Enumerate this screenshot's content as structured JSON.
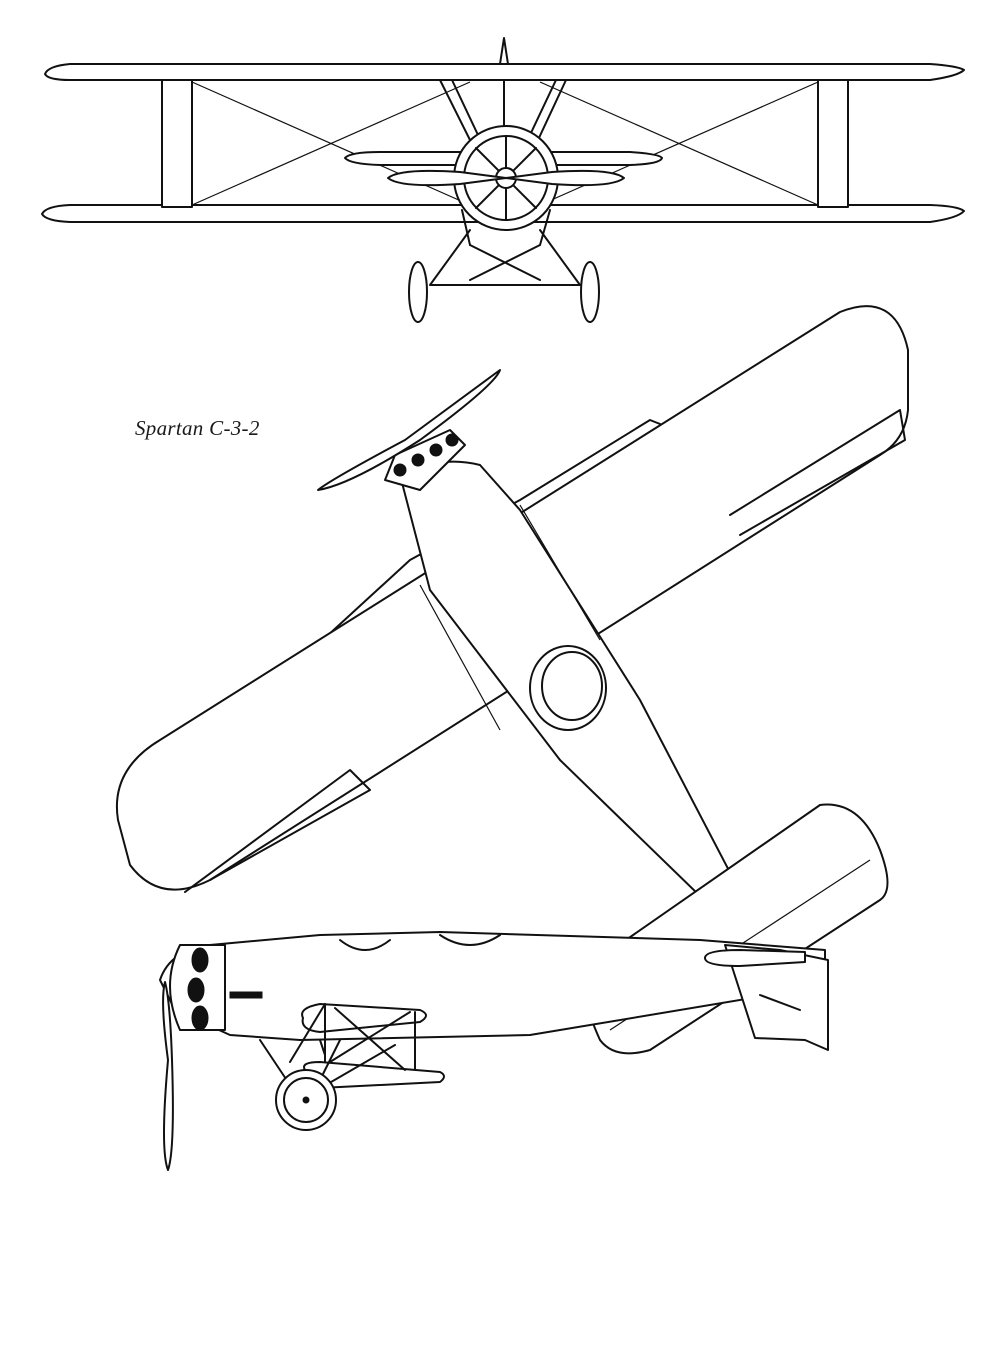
{
  "drawing": {
    "caption": "Spartan C-3-2",
    "views": [
      "front-view",
      "top-view",
      "side-view"
    ],
    "line_color": "#111111",
    "background": "#ffffff"
  }
}
